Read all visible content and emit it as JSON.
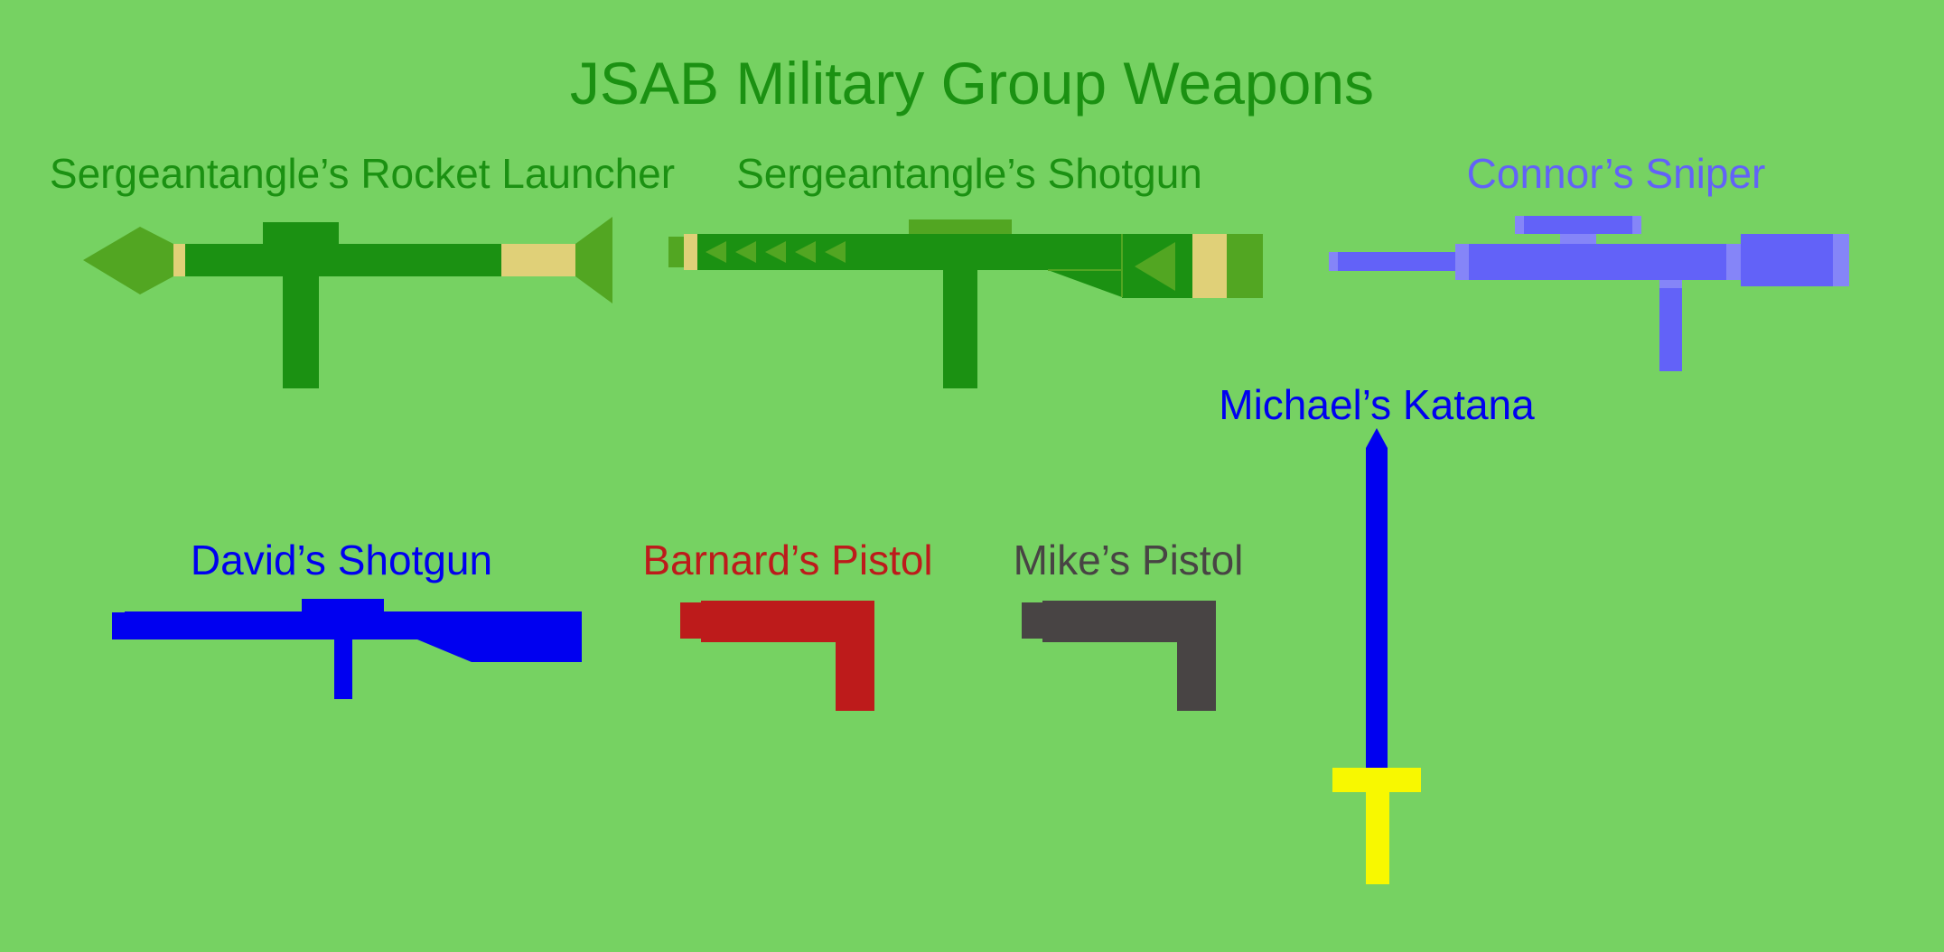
{
  "title": "JSAB Military Group Weapons",
  "weapons": {
    "rocket_launcher": {
      "label": "Sergeantangle’s Rocket Launcher"
    },
    "sergeant_shotgun": {
      "label": "Sergeantangle’s Shotgun"
    },
    "sniper": {
      "label": "Connor’s Sniper"
    },
    "katana": {
      "label": "Michael’s Katana"
    },
    "david_shotgun": {
      "label": "David’s Shotgun"
    },
    "barnard_pistol": {
      "label": "Barnard’s Pistol"
    },
    "mike_pistol": {
      "label": "Mike’s Pistol"
    }
  },
  "colors": {
    "background": "#76d262",
    "dark_green": "#1b9112",
    "olive_green": "#52a622",
    "tan": "#e0d078",
    "periwinkle": "#6262f8",
    "periwinkle_light": "#8585f8",
    "blue": "#0000f0",
    "red": "#bd1b1b",
    "gray": "#484444",
    "yellow": "#f8f800"
  }
}
